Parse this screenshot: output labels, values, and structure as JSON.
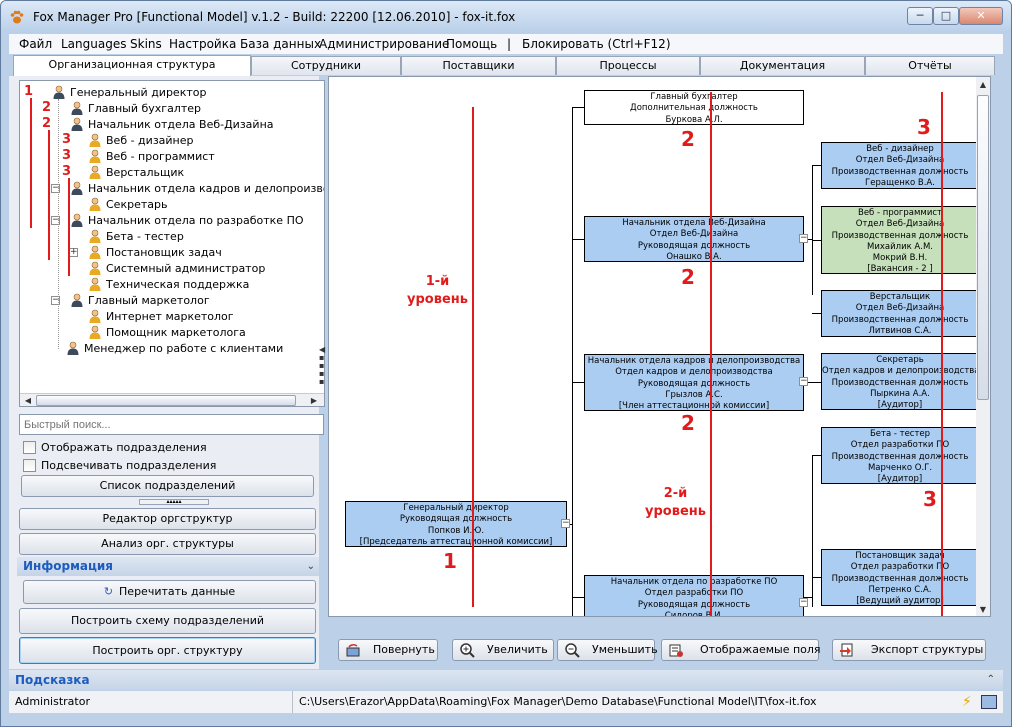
{
  "window": {
    "title": "Fox Manager Pro [Functional Model] v.1.2 - Build: 22200 [12.06.2010]  - fox-it.fox"
  },
  "menu": [
    "Файл",
    "Languages",
    "Skins",
    "Настройка",
    "База данных",
    "Администрирование",
    "Помощь",
    "|",
    "Блокировать (Ctrl+F12)"
  ],
  "tabs": [
    "Организационная структура",
    "Сотрудники",
    "Поставщики",
    "Процессы",
    "Документация",
    "Отчёты"
  ],
  "tree": [
    {
      "label": "Генеральный директор",
      "level": 0
    },
    {
      "label": "Главный бухгалтер",
      "level": 1
    },
    {
      "label": "Начальник отдела Веб-Дизайна",
      "level": 1
    },
    {
      "label": "Веб - дизайнер",
      "level": 2
    },
    {
      "label": "Веб - программист",
      "level": 2
    },
    {
      "label": "Верстальщик",
      "level": 2
    },
    {
      "label": "Начальник отдела кадров и делопроизводства",
      "level": 1
    },
    {
      "label": "Секретарь",
      "level": 2
    },
    {
      "label": "Начальник отдела по разработке ПО",
      "level": 1
    },
    {
      "label": "Бета - тестер",
      "level": 2
    },
    {
      "label": "Постановщик задач",
      "level": 2
    },
    {
      "label": "Системный администратор",
      "level": 2
    },
    {
      "label": "Техническая поддержка",
      "level": 2
    },
    {
      "label": "Главный маркетолог",
      "level": 1
    },
    {
      "label": "Интернет маркетолог",
      "level": 2
    },
    {
      "label": "Помощник маркетолога",
      "level": 2
    },
    {
      "label": "Менеджер по работе с клиентами",
      "level": 1
    }
  ],
  "tree_annotations": [
    "1",
    "2",
    "2",
    "3",
    "3",
    "3"
  ],
  "search": {
    "placeholder": "Быстрый поиск..."
  },
  "options": {
    "show_units": "Отображать подразделения",
    "highlight_units": "Подсвечивать подразделения"
  },
  "buttons": {
    "unit_list": "Список подразделений",
    "org_editor": "Редактор оргструктур",
    "org_analysis": "Анализ орг. структуры",
    "reread": "Перечитать данные",
    "build_units": "Построить схему подразделений",
    "build_org": "Построить орг. структуру"
  },
  "info_section": "Информация",
  "chart": {
    "ceo": [
      "Генеральный директор",
      "Руководящая должность",
      "Попков И.Ю.",
      "[Председатель аттестационной комиссии]"
    ],
    "accountant": [
      "Главный бухгалтер",
      "Дополнительная должность",
      "Буркова А.Л."
    ],
    "web_head": [
      "Начальник отдела Веб-Дизайна",
      "Отдел Веб-Дизайна",
      "Руководящая должность",
      "Онашко В.А."
    ],
    "hr_head": [
      "Начальник отдела кадров и делопроизводства",
      "Отдел кадров и делопроизводства",
      "Руководящая должность",
      "Грызлов А.С.",
      "[Член аттестационной комиссии]"
    ],
    "dev_head": [
      "Начальник отдела по разработке ПО",
      "Отдел разработки ПО",
      "Руководящая должность",
      "Сидоров В.И."
    ],
    "web_designer": [
      "Веб - дизайнер",
      "Отдел Веб-Дизайна",
      "Производственная должность",
      "Геращенко В.А."
    ],
    "web_programmer": [
      "Веб - программист",
      "Отдел Веб-Дизайна",
      "Производственная должность",
      "Михайлик А.М.",
      "Мокрий В.Н.",
      "[Вакансия - 2 ]"
    ],
    "coder": [
      "Верстальщик",
      "Отдел Веб-Дизайна",
      "Производственная должность",
      "Литвинов С.А."
    ],
    "secretary": [
      "Секретарь",
      "Отдел кадров и делопроизводства",
      "Производственная должность",
      "Пыркина А.А.",
      "[Аудитор]"
    ],
    "beta_tester": [
      "Бета - тестер",
      "Отдел разработки ПО",
      "Производственная должность",
      "Марченко О.Г.",
      "[Аудитор]"
    ],
    "task_setter": [
      "Постановщик задач",
      "Отдел разработки ПО",
      "Производственная должность",
      "Петренко С.А.",
      "[Ведущий аудитор]"
    ]
  },
  "chart_annotations": {
    "level1": "1-й\nуровень",
    "level2": "2-й\nуровень",
    "n1": "1",
    "n2a": "2",
    "n2b": "2",
    "n2c": "2",
    "n3a": "3",
    "n3b": "3"
  },
  "toolbar": {
    "rotate": "Повернуть",
    "zoom_in": "Увеличить",
    "zoom_out": "Уменьшить",
    "fields": "Отображаемые поля",
    "export": "Экспорт структуры"
  },
  "hint_section": "Подсказка",
  "status": {
    "user": "Administrator",
    "path": "C:\\Users\\Erazor\\AppData\\Roaming\\Fox Manager\\Demo Database\\Functional Model\\IT\\fox-it.fox"
  },
  "colors": {
    "box_blue": "#abcdf2",
    "box_green": "#c6e0bb",
    "annotation": "#e11b1b",
    "section_text": "#1d5cbe"
  }
}
